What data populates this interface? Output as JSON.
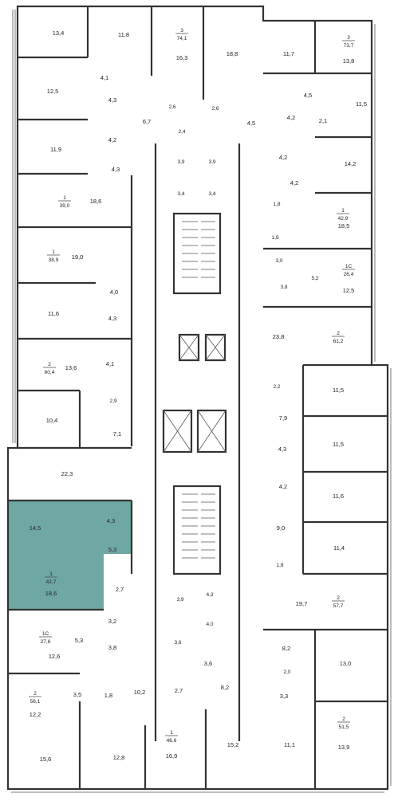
{
  "highlight_color": "#6fa7a3",
  "rooms": [
    {
      "id": "r1",
      "text": "13,4"
    },
    {
      "id": "r2",
      "text": "11,8"
    },
    {
      "id": "r3",
      "text": "16,3"
    },
    {
      "id": "r4",
      "text": "18,8"
    },
    {
      "id": "r5",
      "text": "11,7"
    },
    {
      "id": "r6",
      "text": "13,8"
    },
    {
      "id": "r7",
      "text": "4,1"
    },
    {
      "id": "r8",
      "text": "12,5"
    },
    {
      "id": "r9",
      "text": "4,3"
    },
    {
      "id": "r10",
      "text": "2,6"
    },
    {
      "id": "r11",
      "text": "6,7"
    },
    {
      "id": "r12",
      "text": "2,6"
    },
    {
      "id": "r13",
      "text": "4,5"
    },
    {
      "id": "r14",
      "text": "4,5"
    },
    {
      "id": "r15",
      "text": "11,5"
    },
    {
      "id": "r16",
      "text": "4,2"
    },
    {
      "id": "r17",
      "text": "2,4"
    },
    {
      "id": "r18",
      "text": "4,2"
    },
    {
      "id": "r19",
      "text": "2,1"
    },
    {
      "id": "r20",
      "text": "11,9"
    },
    {
      "id": "r21",
      "text": "4,3"
    },
    {
      "id": "r22",
      "text": "3,9"
    },
    {
      "id": "r23",
      "text": "3,9"
    },
    {
      "id": "r24",
      "text": "4,2"
    },
    {
      "id": "r25",
      "text": "14,2"
    },
    {
      "id": "r26",
      "text": "18,6"
    },
    {
      "id": "r27",
      "text": "3,4"
    },
    {
      "id": "r28",
      "text": "3,4"
    },
    {
      "id": "r29",
      "text": "4,2"
    },
    {
      "id": "r30",
      "text": "1,8"
    },
    {
      "id": "r31",
      "text": "18,5"
    },
    {
      "id": "r32",
      "text": "1,9"
    },
    {
      "id": "r33",
      "text": "19,0"
    },
    {
      "id": "r34",
      "text": "3,0"
    },
    {
      "id": "r35",
      "text": "5,2"
    },
    {
      "id": "r36",
      "text": "12,5"
    },
    {
      "id": "r37",
      "text": "3,8"
    },
    {
      "id": "r38",
      "text": "4,0"
    },
    {
      "id": "r39",
      "text": "11,6"
    },
    {
      "id": "r40",
      "text": "4,3"
    },
    {
      "id": "r41",
      "text": "23,8"
    },
    {
      "id": "r42",
      "text": "13,6"
    },
    {
      "id": "r43",
      "text": "4,1"
    },
    {
      "id": "r44",
      "text": "2,2"
    },
    {
      "id": "r45",
      "text": "11,5"
    },
    {
      "id": "r46",
      "text": "2,9"
    },
    {
      "id": "r47",
      "text": "10,4"
    },
    {
      "id": "r48",
      "text": "7,9"
    },
    {
      "id": "r49",
      "text": "7,1"
    },
    {
      "id": "r50",
      "text": "11,5"
    },
    {
      "id": "r51",
      "text": "4,3"
    },
    {
      "id": "r52",
      "text": "22,3"
    },
    {
      "id": "r53",
      "text": "4,2"
    },
    {
      "id": "r54",
      "text": "11,6"
    },
    {
      "id": "r55",
      "text": "14,5"
    },
    {
      "id": "r56",
      "text": "4,3"
    },
    {
      "id": "r57",
      "text": "9,0"
    },
    {
      "id": "r58",
      "text": "5,3"
    },
    {
      "id": "r59",
      "text": "11,4"
    },
    {
      "id": "r60",
      "text": "1,8"
    },
    {
      "id": "r61",
      "text": "18,6"
    },
    {
      "id": "r62",
      "text": "2,7"
    },
    {
      "id": "r63",
      "text": "19,7"
    },
    {
      "id": "r64",
      "text": "3,9"
    },
    {
      "id": "r65",
      "text": "4,3"
    },
    {
      "id": "r66",
      "text": "3,2"
    },
    {
      "id": "r67",
      "text": "4,0"
    },
    {
      "id": "r68",
      "text": "5,3"
    },
    {
      "id": "r69",
      "text": "3,8"
    },
    {
      "id": "r70",
      "text": "3,6"
    },
    {
      "id": "r71",
      "text": "3,6"
    },
    {
      "id": "r72",
      "text": "8,2"
    },
    {
      "id": "r73",
      "text": "12,6"
    },
    {
      "id": "r74",
      "text": "13,0"
    },
    {
      "id": "r75",
      "text": "2,0"
    },
    {
      "id": "r76",
      "text": "10,2"
    },
    {
      "id": "r77",
      "text": "2,7"
    },
    {
      "id": "r78",
      "text": "8,2"
    },
    {
      "id": "r79",
      "text": "3,5"
    },
    {
      "id": "r80",
      "text": "1,8"
    },
    {
      "id": "r81",
      "text": "3,3"
    },
    {
      "id": "r82",
      "text": "12,2"
    },
    {
      "id": "r83",
      "text": "15,6"
    },
    {
      "id": "r84",
      "text": "12,8"
    },
    {
      "id": "r85",
      "text": "16,9"
    },
    {
      "id": "r86",
      "text": "15,2"
    },
    {
      "id": "r87",
      "text": "11,1"
    },
    {
      "id": "r88",
      "text": "13,9"
    }
  ],
  "apartments": [
    {
      "id": "a1",
      "rooms": "3",
      "area": "74,1"
    },
    {
      "id": "a2",
      "rooms": "3",
      "area": "73,7"
    },
    {
      "id": "a3",
      "rooms": "1",
      "area": "39,0"
    },
    {
      "id": "a4",
      "rooms": "1",
      "area": "42,9"
    },
    {
      "id": "a5",
      "rooms": "1",
      "area": "38,9"
    },
    {
      "id": "a6",
      "rooms": "1С",
      "area": "26,4"
    },
    {
      "id": "a7",
      "rooms": "2",
      "area": "61,2"
    },
    {
      "id": "a8",
      "rooms": "2",
      "area": "60,4"
    },
    {
      "id": "a9",
      "rooms": "1",
      "area": "42,7"
    },
    {
      "id": "a10",
      "rooms": "2",
      "area": "57,7"
    },
    {
      "id": "a11",
      "rooms": "1С",
      "area": "27,6"
    },
    {
      "id": "a12",
      "rooms": "2",
      "area": "56,1"
    },
    {
      "id": "a13",
      "rooms": "2",
      "area": "51,5"
    },
    {
      "id": "a14",
      "rooms": "1",
      "area": "46,6"
    }
  ]
}
